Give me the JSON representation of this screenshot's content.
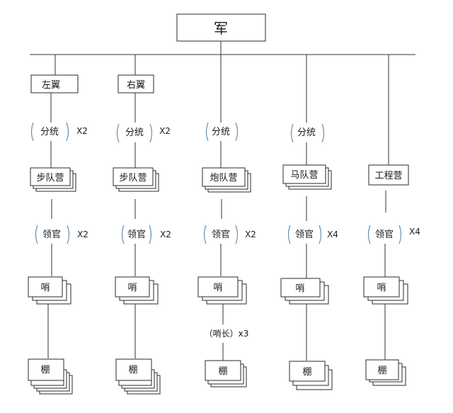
{
  "root": {
    "label": "军"
  },
  "columns": [
    {
      "group": "左翼",
      "sub": "分统",
      "sub_mult": "X2",
      "unit": "步队营",
      "officer": "领官",
      "officer_mult": "X2",
      "post": "哨",
      "extra": "",
      "camp": "棚"
    },
    {
      "group": "右翼",
      "sub": "分统",
      "sub_mult": "X2",
      "unit": "步队营",
      "officer": "领官",
      "officer_mult": "X2",
      "post": "哨",
      "extra": "",
      "camp": "棚"
    },
    {
      "group": "",
      "sub": "分统",
      "sub_mult": "",
      "unit": "炮队营",
      "officer": "领官",
      "officer_mult": "X2",
      "post": "哨",
      "extra": "（哨长）x3",
      "camp": "棚"
    },
    {
      "group": "",
      "sub": "分统",
      "sub_mult": "",
      "unit": "马队营",
      "officer": "领官",
      "officer_mult": "X4",
      "post": "哨",
      "extra": "",
      "camp": "棚"
    },
    {
      "group": "",
      "sub": "",
      "sub_mult": "",
      "unit": "工程营",
      "officer": "领官",
      "officer_mult": "X4",
      "post": "哨",
      "extra": "",
      "camp": "棚"
    }
  ]
}
